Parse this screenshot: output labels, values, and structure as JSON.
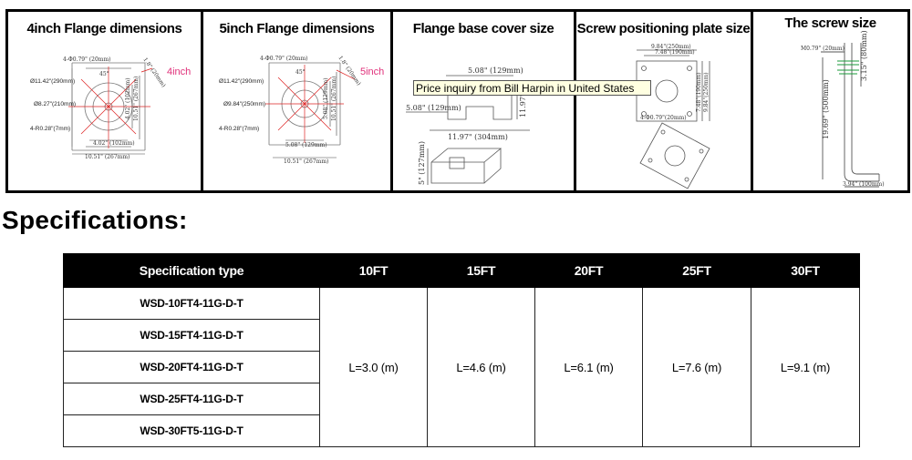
{
  "tooltip": "Price inquiry from Bill Harpin in United States",
  "diagrams": {
    "flange4": {
      "title": "4inch Flange dimensions",
      "size_label": "4inch",
      "d_top": "4-Φ0.79\" (20mm)",
      "d_corner": "1.8\" (20mm)",
      "angle": "45°",
      "d_outer": "Ø11.42\"(290mm)",
      "d_inner": "Ø8.27\"(210mm)",
      "d_radius": "4-R0.28\"(7mm)",
      "d_side1": "4.02\" (102mm)",
      "d_side2": "10.51\" (267mm)",
      "d_bottom1": "4.02\" (102mm)",
      "d_bottom2": "10.51\" (267mm)"
    },
    "flange5": {
      "title": "5inch Flange dimensions",
      "size_label": "5inch",
      "d_top": "4-Φ0.79\" (20mm)",
      "d_corner": "1.8\" (20mm)",
      "angle": "45°",
      "d_outer": "Ø11.42\"(290mm)",
      "d_inner": "Ø9.84\"(250mm)",
      "d_radius": "4-R0.28\"(7mm)",
      "d_side1": "5.08\" (129mm)",
      "d_side2": "10.51\" (267mm)",
      "d_bottom1": "5.08\" (129mm)",
      "d_bottom2": "10.51\" (267mm)"
    },
    "cover": {
      "title": "Flange base cover size",
      "d_top": "5.08\" (129mm)",
      "d_left": "5.08\" (129mm)",
      "d_right": "11.97\"",
      "d_bottom": "11.97\" (304mm)",
      "d_height": "5\" (127mm)"
    },
    "plate": {
      "title": "Screw positioning plate size",
      "d_top1": "9.84\"(250mm)",
      "d_top2": "7.48\"(190mm)",
      "d_right1": "7.48\"(190mm)",
      "d_right2": "9.84\"(250mm)",
      "d_hole": "4-Φ0.79\"(20mm)"
    },
    "screw": {
      "title": "The screw size",
      "d_thread": "M0.79\" (20mm)",
      "d_thread_len": "3.15\" (80mm)",
      "d_length": "19.69\" (500mm)",
      "d_foot": "3.94\" (100mm)"
    }
  },
  "specifications": {
    "heading": "Specifications:",
    "header": {
      "type": "Specification type",
      "columns": [
        "10FT",
        "15FT",
        "20FT",
        "25FT",
        "30FT"
      ]
    },
    "types": [
      "WSD-10FT4-11G-D-T",
      "WSD-15FT4-11G-D-T",
      "WSD-20FT4-11G-D-T",
      "WSD-25FT4-11G-D-T",
      "WSD-30FT5-11G-D-T"
    ],
    "lengths": [
      "L=3.0 (m)",
      "L=4.6 (m)",
      "L=6.1 (m)",
      "L=7.6 (m)",
      "L=9.1 (m)"
    ]
  }
}
